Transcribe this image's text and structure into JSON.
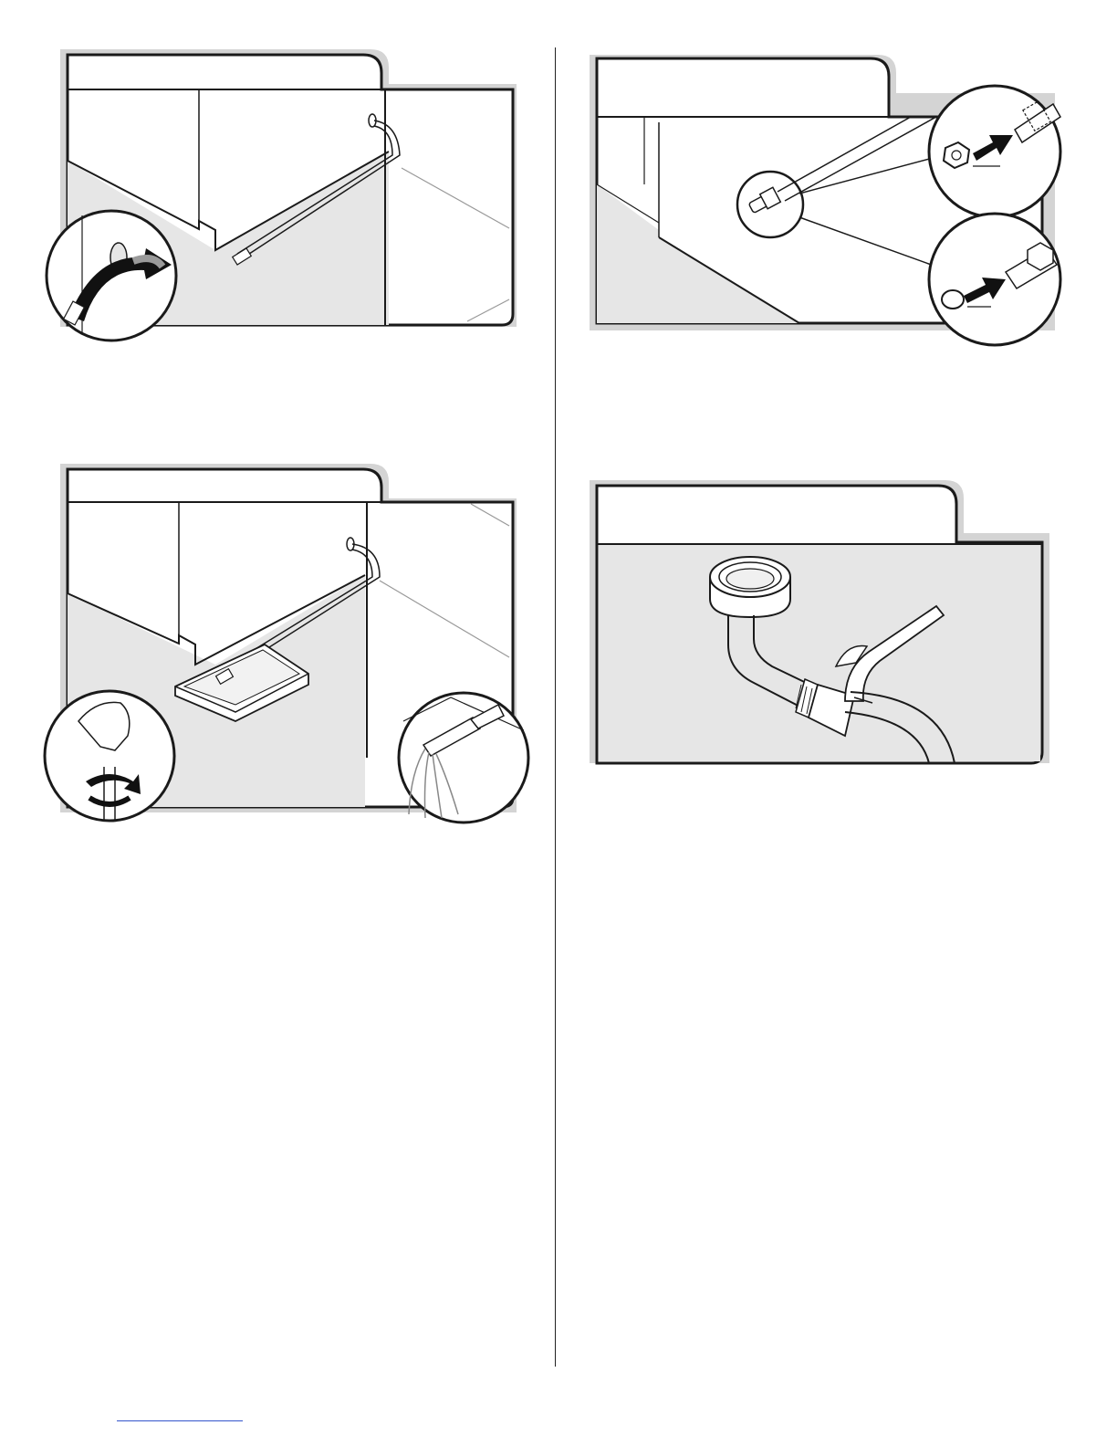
{
  "page": {
    "columns": 2,
    "colors": {
      "line": "#1a1a1a",
      "floor_fill": "#e6e6e6",
      "frame_shadow": "#d4d4d4",
      "arrow_fill": "#111111",
      "arrow_grey": "#9a9a9a",
      "link_color": "#3355cc"
    }
  },
  "steps": [
    {
      "id": "step-a",
      "label": "",
      "illustration": "route-water-line-through-cabinet-hole"
    },
    {
      "id": "step-b",
      "label": "",
      "illustration": "install-compression-nut-and-ferrule"
    },
    {
      "id": "step-c",
      "label": "",
      "illustration": "flush-water-line-into-pan"
    },
    {
      "id": "step-d",
      "label": "",
      "illustration": "tighten-elbow-fitting-with-wrench"
    }
  ]
}
